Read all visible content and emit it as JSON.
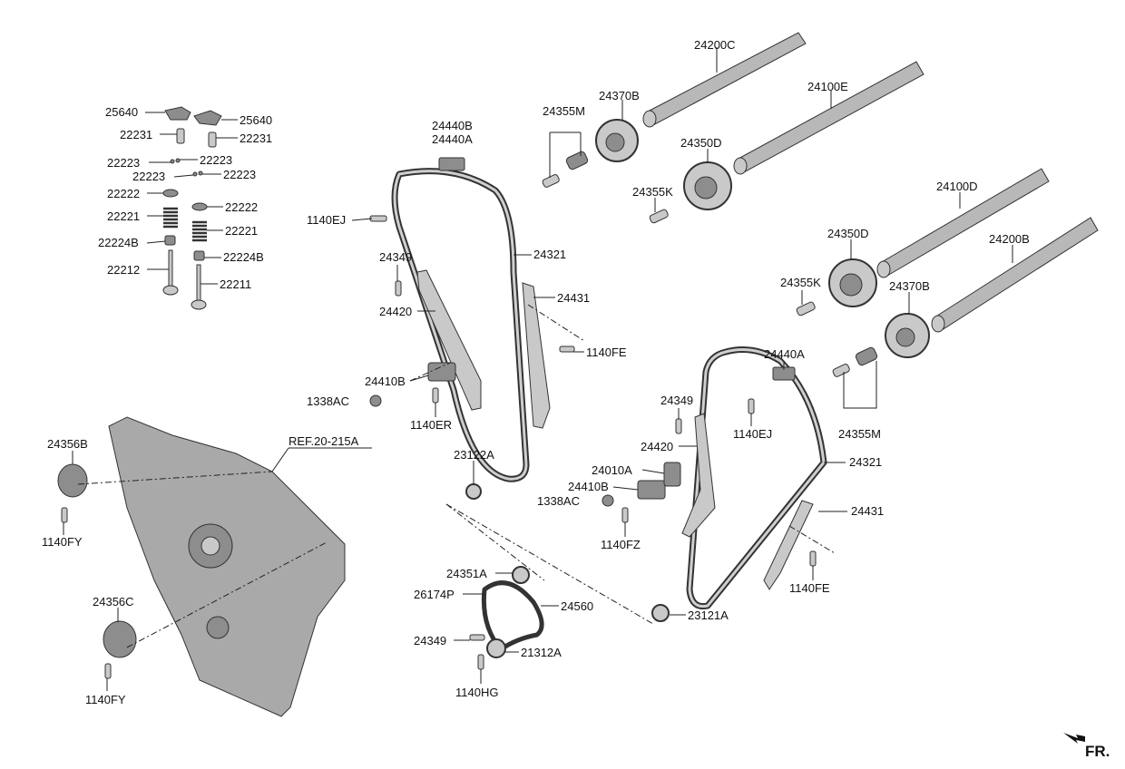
{
  "orientation_label": "FR.",
  "labels": [
    {
      "id": "l01",
      "text": "24200C"
    },
    {
      "id": "l02",
      "text": "24100E"
    },
    {
      "id": "l03",
      "text": "24370B"
    },
    {
      "id": "l04",
      "text": "24355M"
    },
    {
      "id": "l05",
      "text": "24350D"
    },
    {
      "id": "l06",
      "text": "24355K"
    },
    {
      "id": "l07",
      "text": "24100D"
    },
    {
      "id": "l08",
      "text": "24350D"
    },
    {
      "id": "l09",
      "text": "24200B"
    },
    {
      "id": "l10",
      "text": "24355K"
    },
    {
      "id": "l11",
      "text": "24370B"
    },
    {
      "id": "l12",
      "text": "24440A"
    },
    {
      "id": "l13",
      "text": "24355M"
    },
    {
      "id": "l14",
      "text": "24440B"
    },
    {
      "id": "l15",
      "text": "24440A"
    },
    {
      "id": "l16",
      "text": "1140EJ"
    },
    {
      "id": "l17",
      "text": "24321"
    },
    {
      "id": "l18",
      "text": "24349"
    },
    {
      "id": "l19",
      "text": "24431"
    },
    {
      "id": "l20",
      "text": "24420"
    },
    {
      "id": "l21",
      "text": "1140FE"
    },
    {
      "id": "l22",
      "text": "24410B"
    },
    {
      "id": "l23",
      "text": "1338AC"
    },
    {
      "id": "l24",
      "text": "1140ER"
    },
    {
      "id": "l25",
      "text": "23122A"
    },
    {
      "id": "l26",
      "text": "24349"
    },
    {
      "id": "l27",
      "text": "1140EJ"
    },
    {
      "id": "l28",
      "text": "24420"
    },
    {
      "id": "l29",
      "text": "24321"
    },
    {
      "id": "l30",
      "text": "24010A"
    },
    {
      "id": "l31",
      "text": "24410B"
    },
    {
      "id": "l32",
      "text": "1338AC"
    },
    {
      "id": "l33",
      "text": "24431"
    },
    {
      "id": "l34",
      "text": "1140FZ"
    },
    {
      "id": "l35",
      "text": "1140FE"
    },
    {
      "id": "l36",
      "text": "24351A"
    },
    {
      "id": "l37",
      "text": "26174P"
    },
    {
      "id": "l38",
      "text": "24560"
    },
    {
      "id": "l39",
      "text": "23121A"
    },
    {
      "id": "l40",
      "text": "24349"
    },
    {
      "id": "l41",
      "text": "21312A"
    },
    {
      "id": "l42",
      "text": "1140HG"
    },
    {
      "id": "l43",
      "text": "25640"
    },
    {
      "id": "l44",
      "text": "25640"
    },
    {
      "id": "l45",
      "text": "22231"
    },
    {
      "id": "l46",
      "text": "22231"
    },
    {
      "id": "l47",
      "text": "22223"
    },
    {
      "id": "l48",
      "text": "22223"
    },
    {
      "id": "l49",
      "text": "22223"
    },
    {
      "id": "l50",
      "text": "22223"
    },
    {
      "id": "l51",
      "text": "22222"
    },
    {
      "id": "l52",
      "text": "22222"
    },
    {
      "id": "l53",
      "text": "22221"
    },
    {
      "id": "l54",
      "text": "22221"
    },
    {
      "id": "l55",
      "text": "22224B"
    },
    {
      "id": "l56",
      "text": "22224B"
    },
    {
      "id": "l57",
      "text": "22212"
    },
    {
      "id": "l58",
      "text": "22211"
    },
    {
      "id": "l59",
      "text": "24356B"
    },
    {
      "id": "l60",
      "text": "REF.20-215A"
    },
    {
      "id": "l61",
      "text": "1140FY"
    },
    {
      "id": "l62",
      "text": "24356C"
    },
    {
      "id": "l63",
      "text": "1140FY"
    }
  ]
}
